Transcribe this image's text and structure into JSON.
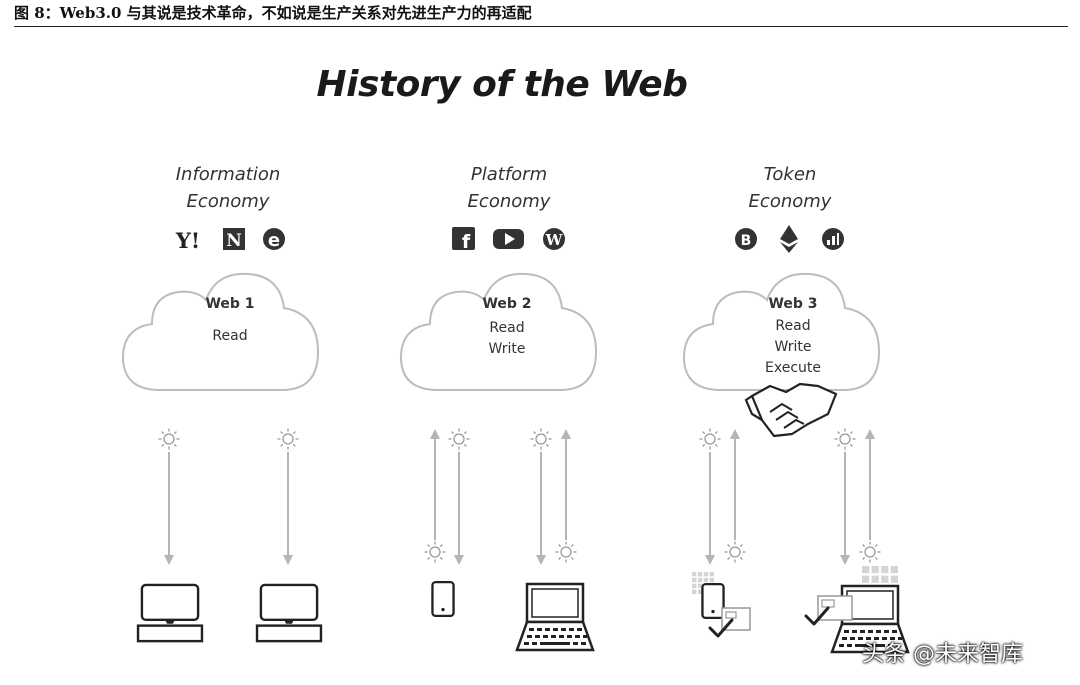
{
  "caption": "图 8：Web3.0 与其说是技术革命，不如说是生产关系对先进生产力的再适配",
  "title": "History of the Web",
  "columns": [
    {
      "economy": [
        "Information",
        "Economy"
      ],
      "logos": [
        "Y!",
        "N",
        "e"
      ],
      "logo_names": [
        "yahoo-logo-icon",
        "netscape-logo-icon",
        "internet-explorer-logo-icon"
      ],
      "web_title": "Web 1",
      "capabilities": [
        "Read"
      ]
    },
    {
      "economy": [
        "Platform",
        "Economy"
      ],
      "logos": [
        "f",
        "▶",
        "W"
      ],
      "logo_names": [
        "facebook-logo-icon",
        "youtube-logo-icon",
        "wordpress-logo-icon"
      ],
      "web_title": "Web 2",
      "capabilities": [
        "Read",
        "Write"
      ]
    },
    {
      "economy": [
        "Token",
        "Economy"
      ],
      "logos": [
        "B",
        "◆",
        "ıl"
      ],
      "logo_names": [
        "bitcoin-logo-icon",
        "ethereum-logo-icon",
        "token-chart-logo-icon"
      ],
      "web_title": "Web 3",
      "capabilities": [
        "Read",
        "Write",
        "Execute"
      ]
    }
  ],
  "watermark": "头条 @未来智库"
}
